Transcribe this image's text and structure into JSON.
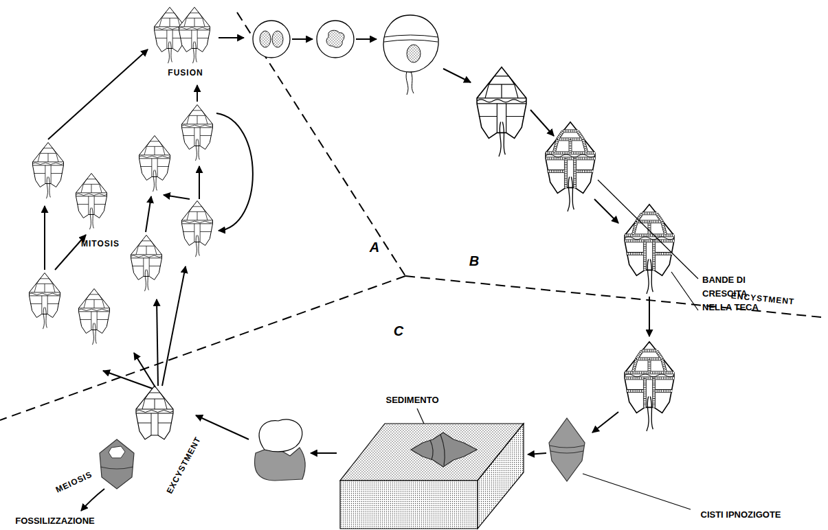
{
  "diagram": {
    "labels": [
      "FUSION",
      "MITOSIS",
      "A",
      "B",
      "BANDE DI CRESCITA NELLA TECA",
      "MEIOSIS",
      "C",
      "ENCYSTMENT",
      "SEDIMENTO",
      "EXCYSTMENT",
      "FOSSILIZZAZIONE",
      "CISTI IPNOZIGOTE"
    ]
  }
}
